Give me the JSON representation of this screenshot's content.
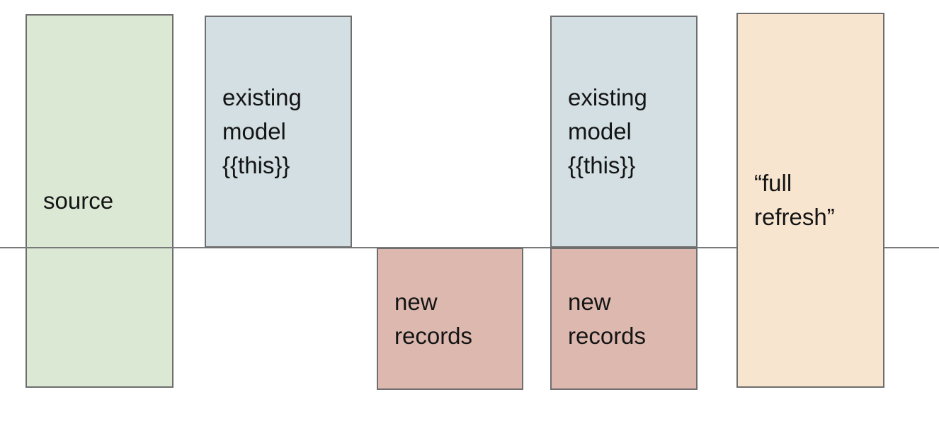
{
  "diagram": {
    "description": "incremental model materialization diagram",
    "background_color": "#ffffff",
    "border_color": "#6e6e6e",
    "text_color": "#141414",
    "divider_line": {
      "color": "#7a7a7a",
      "orientation": "horizontal"
    },
    "boxes": [
      {
        "id": "source",
        "label": "source",
        "color": "#dbe8d4"
      },
      {
        "id": "existing-model-1",
        "label": "existing\nmodel\n{{this}}",
        "color": "#d3dfe3"
      },
      {
        "id": "new-records-1",
        "label": "new\nrecords",
        "color": "#dcb8af"
      },
      {
        "id": "existing-model-2",
        "label": "existing\nmodel\n{{this}}",
        "color": "#d3dfe3"
      },
      {
        "id": "new-records-2",
        "label": "new\nrecords",
        "color": "#dcb8af"
      },
      {
        "id": "full-refresh",
        "label": "“full\nrefresh”",
        "color": "#f8e5d0"
      }
    ]
  }
}
